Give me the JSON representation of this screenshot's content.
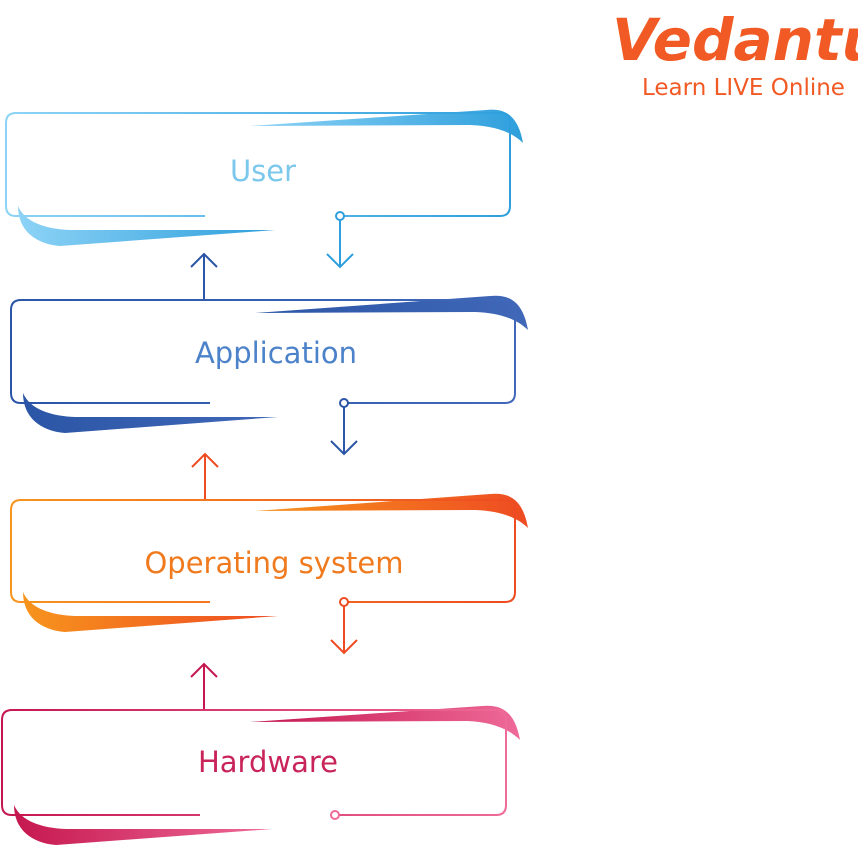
{
  "logo": {
    "wordmark": "Vedantu",
    "tagline": "Learn LIVE Online",
    "color": "#F15A24"
  },
  "layers": [
    {
      "label": "User",
      "text_color": "#7CC8EC",
      "color_start": "#8DD3F6",
      "color_end": "#2E9FDC"
    },
    {
      "label": "Application",
      "text_color": "#4C82C9",
      "color_start": "#2B55A6",
      "color_end": "#4168B8"
    },
    {
      "label": "Operating system",
      "text_color": "#F07A1E",
      "color_start": "#F7941D",
      "color_end": "#EE4B22"
    },
    {
      "label": "Hardware",
      "text_color": "#C8245A",
      "color_start": "#C5174F",
      "color_end": "#EE6A98"
    }
  ]
}
